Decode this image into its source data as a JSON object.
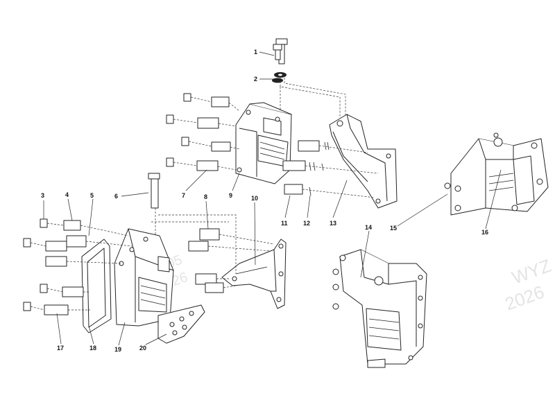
{
  "callouts": [
    {
      "id": "1",
      "label": "1"
    },
    {
      "id": "2",
      "label": "2"
    },
    {
      "id": "3",
      "label": "3"
    },
    {
      "id": "4",
      "label": "4"
    },
    {
      "id": "5",
      "label": "5"
    },
    {
      "id": "6",
      "label": "6"
    },
    {
      "id": "7",
      "label": "7"
    },
    {
      "id": "8",
      "label": "8"
    },
    {
      "id": "9",
      "label": "9"
    },
    {
      "id": "10",
      "label": "10"
    },
    {
      "id": "11",
      "label": "11"
    },
    {
      "id": "12",
      "label": "12"
    },
    {
      "id": "13",
      "label": "13"
    },
    {
      "id": "14",
      "label": "14"
    },
    {
      "id": "15",
      "label": "15"
    },
    {
      "id": "16",
      "label": "16"
    },
    {
      "id": "17",
      "label": "17"
    },
    {
      "id": "18",
      "label": "18"
    },
    {
      "id": "19",
      "label": "19"
    },
    {
      "id": "20",
      "label": "20"
    }
  ],
  "watermark": {
    "line1": "WYZ",
    "line2": "2026",
    "center1": "0105",
    "center2": "2026"
  }
}
